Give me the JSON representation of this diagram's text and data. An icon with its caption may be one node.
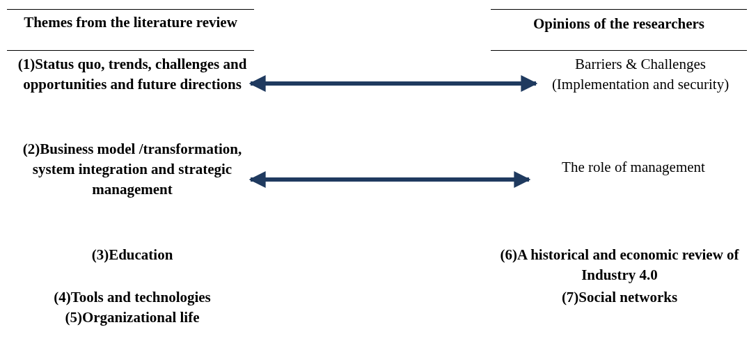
{
  "diagram": {
    "nodes": [
      {
        "text": [
          "(1)Status quo, trends, challenges and opportunities and future directions"
        ]
      },
      {
        "text": [
          "Barriers & Challenges (Implementation and security)"
        ]
      },
      {
        "text": [
          "(2)Business model /transformation, system integration and strategic management"
        ]
      },
      {
        "text": [
          "The role of management"
        ]
      }
    ],
    "edges": [
      {
        "from": 0,
        "to": 1,
        "arrow": "both"
      },
      {
        "from": 2,
        "to": 3,
        "arrow": "both"
      }
    ],
    "labels": [
      "Themes from the literature review",
      "Opinions of the researchers",
      "(3)Education",
      "(6)A historical and economic review of Industry 4.0",
      "(4)Tools and technologies",
      "(7)Social networks",
      "(5)Organizational life"
    ]
  }
}
